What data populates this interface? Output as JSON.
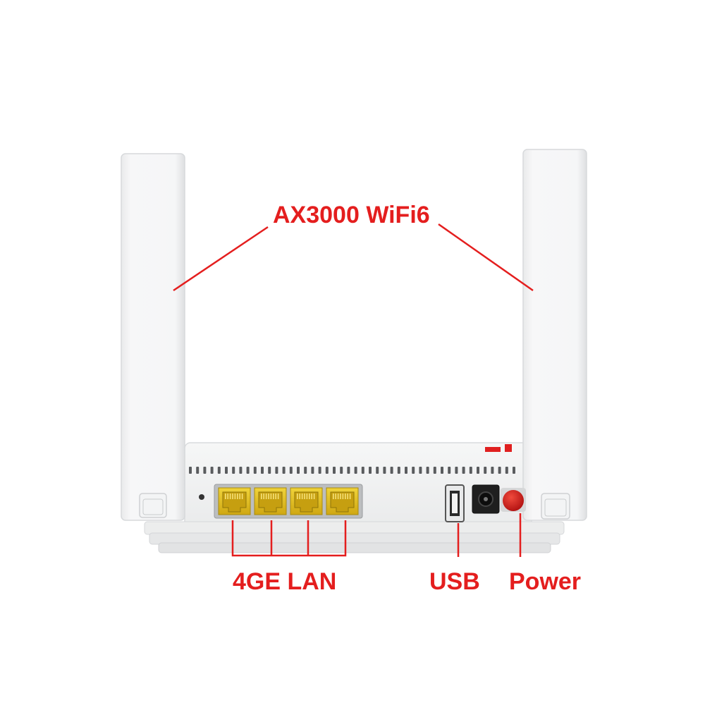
{
  "labels": {
    "wifi": "AX3000 WiFi6",
    "lan": "4GE LAN",
    "usb": "USB",
    "power": "Power"
  },
  "colors": {
    "callout": "#e41e1e",
    "body": "#f1f2f2",
    "body_shadow": "#dcdee0",
    "port_yellow": "#e6c21a",
    "power_button": "#d81a1a",
    "background": "#ffffff"
  },
  "icons": [
    "antenna-left",
    "antenna-right",
    "lan-port",
    "usb-port",
    "dc-jack",
    "power-button",
    "reset-hole"
  ]
}
